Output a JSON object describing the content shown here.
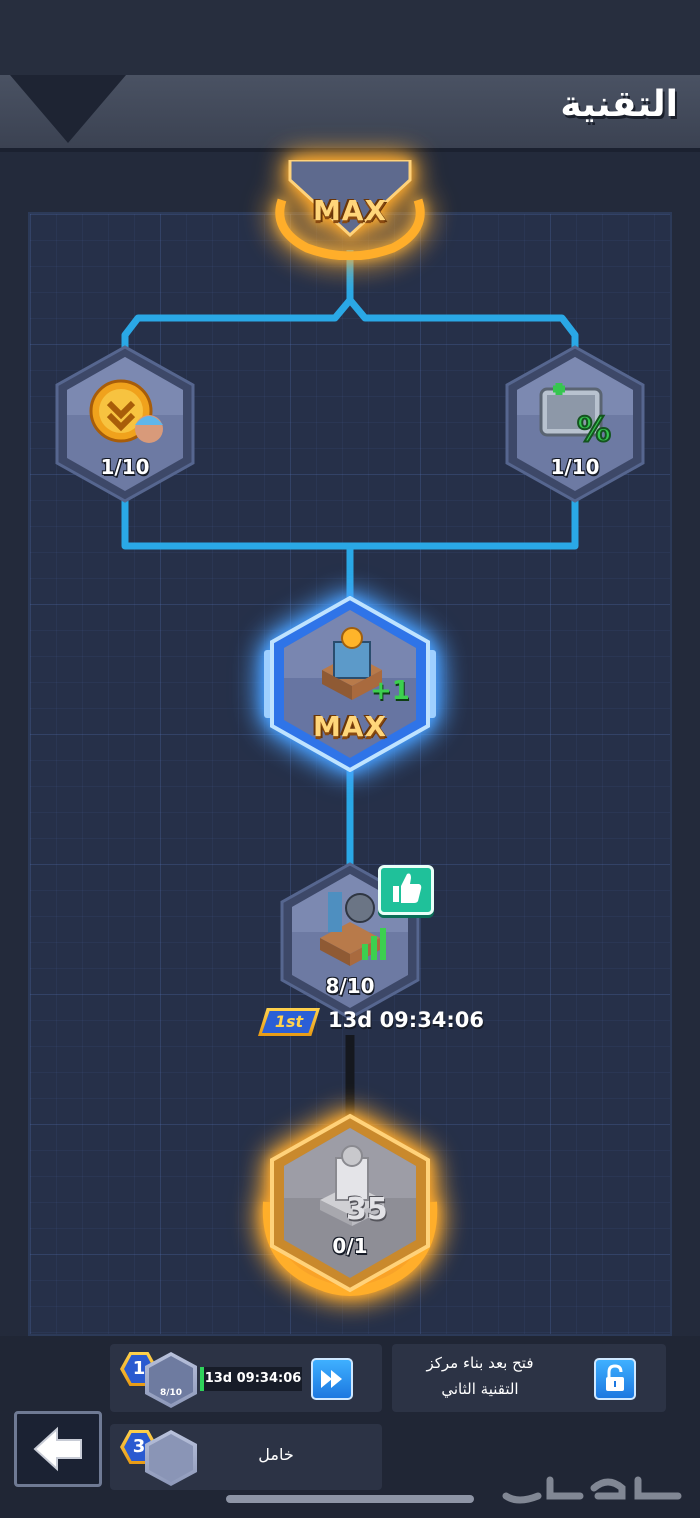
{
  "header": {
    "title": "التقنية"
  },
  "nodes": {
    "top": {
      "label": "MAX"
    },
    "left": {
      "label": "1/10",
      "icon": "worker-speed-icon"
    },
    "right": {
      "label": "1/10",
      "icon": "storage-percent-icon"
    },
    "center": {
      "label": "MAX",
      "icon": "research-center-plus-one-icon",
      "plus": "+1"
    },
    "lower": {
      "label": "8/10",
      "icon": "drill-production-icon"
    },
    "bottom": {
      "label": "0/1",
      "icon": "locked-tower-icon",
      "level": "35"
    }
  },
  "research_timer": {
    "rank": "1st",
    "time": "13d 09:34:06"
  },
  "queue": {
    "slot1": {
      "number": "1",
      "mini_label": "8/10",
      "time": "13d 09:34:06"
    },
    "slot2": {
      "number": "3",
      "status": "خامل"
    },
    "locked_slot": {
      "text_line1": "فتح بعد بناء مركز",
      "text_line2": "التقنية الثاني"
    }
  },
  "colors": {
    "gold_glow": "#ff9b1a",
    "blue_glow": "#2f8dff",
    "link_line": "#2aa8e6",
    "badge_green": "#1fc19a"
  }
}
